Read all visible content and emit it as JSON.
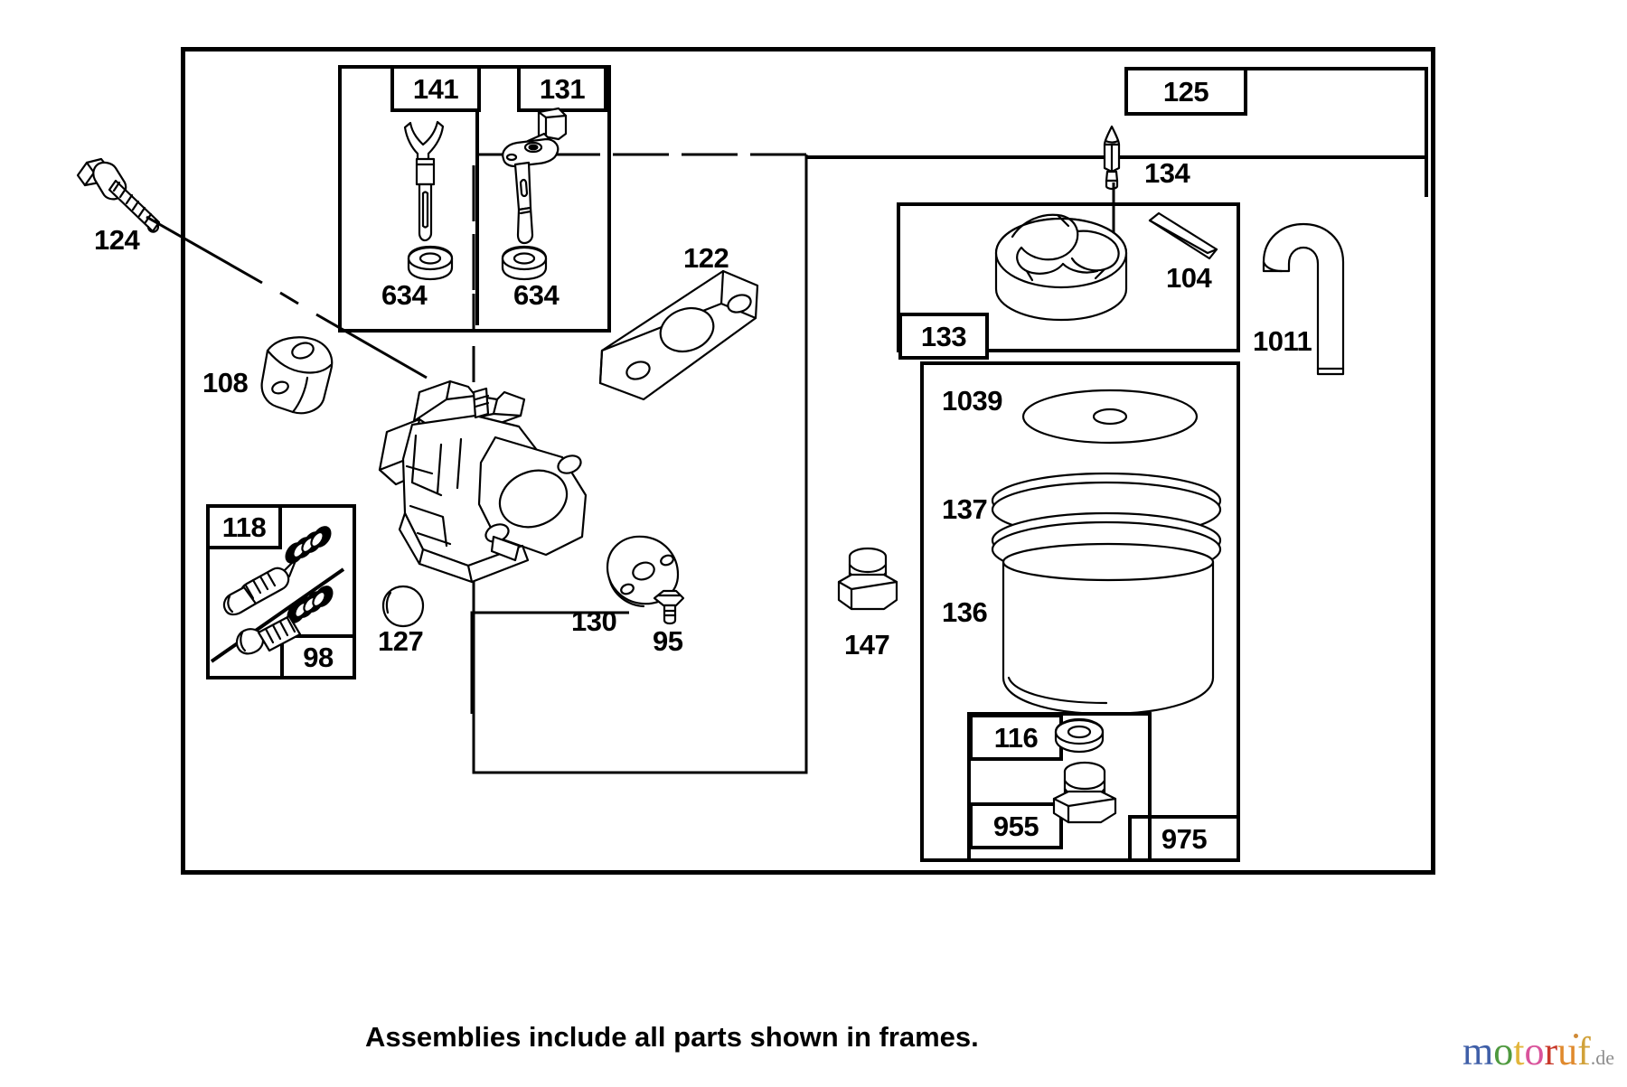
{
  "diagram": {
    "title_caption": "Assemblies include all parts shown in frames.",
    "kind": "exploded-parts-diagram",
    "subject": "Briggs & Stratton carburetor assembly",
    "line_color": "#000000",
    "background": "#ffffff"
  },
  "callouts": [
    {
      "id": "c124",
      "label": "124",
      "boxed": false,
      "part": "throttle-shaft-screw"
    },
    {
      "id": "c108",
      "label": "108",
      "boxed": false,
      "part": "throttle-plate-bracket"
    },
    {
      "id": "c141",
      "label": "141",
      "boxed": true,
      "part": "choke-shaft-assembly"
    },
    {
      "id": "c634a",
      "label": "634",
      "boxed": false,
      "part": "seal-washer-left"
    },
    {
      "id": "c131",
      "label": "131",
      "boxed": true,
      "part": "throttle-shaft-lever-assembly"
    },
    {
      "id": "c634b",
      "label": "634",
      "boxed": false,
      "part": "seal-washer-right"
    },
    {
      "id": "c122",
      "label": "122",
      "boxed": false,
      "part": "carburetor-gasket-spacer"
    },
    {
      "id": "c125",
      "label": "125",
      "boxed": true,
      "part": "float-bowl-assembly-frame"
    },
    {
      "id": "c134",
      "label": "134",
      "boxed": false,
      "part": "inlet-needle-valve"
    },
    {
      "id": "c104",
      "label": "104",
      "boxed": false,
      "part": "float-hinge-pin"
    },
    {
      "id": "c133",
      "label": "133",
      "boxed": true,
      "part": "float-assembly-frame"
    },
    {
      "id": "c1011",
      "label": "1011",
      "boxed": false,
      "part": "fuel-hose"
    },
    {
      "id": "c1039",
      "label": "1039",
      "boxed": false,
      "part": "bowl-gasket"
    },
    {
      "id": "c137",
      "label": "137",
      "boxed": false,
      "part": "bowl-o-ring"
    },
    {
      "id": "c136",
      "label": "136",
      "boxed": false,
      "part": "float-bowl"
    },
    {
      "id": "c118",
      "label": "118",
      "boxed": true,
      "part": "idle-mixture-valve-kit-frame"
    },
    {
      "id": "c98",
      "label": "98",
      "boxed": true,
      "part": "idle-speed-screw"
    },
    {
      "id": "c127",
      "label": "127",
      "boxed": false,
      "part": "welch-plug"
    },
    {
      "id": "c130",
      "label": "130",
      "boxed": false,
      "part": "throttle-plate"
    },
    {
      "id": "c95",
      "label": "95",
      "boxed": false,
      "part": "throttle-plate-screw"
    },
    {
      "id": "c147",
      "label": "147",
      "boxed": false,
      "part": "bowl-nut"
    },
    {
      "id": "c116",
      "label": "116",
      "boxed": true,
      "part": "bowl-nut-gasket-frame"
    },
    {
      "id": "c955",
      "label": "955",
      "boxed": true,
      "part": "drain-plug"
    },
    {
      "id": "c975",
      "label": "975",
      "boxed": true,
      "part": "bowl-hardware-frame"
    }
  ],
  "watermark": {
    "letters": [
      {
        "char": "m",
        "color": "#3f5fa8"
      },
      {
        "char": "o",
        "color": "#4f9a3f"
      },
      {
        "char": "t",
        "color": "#e2b53a"
      },
      {
        "char": "o",
        "color": "#d9539b"
      },
      {
        "char": "r",
        "color": "#c8392b"
      },
      {
        "char": "u",
        "color": "#e08a2e"
      },
      {
        "char": "f",
        "color": "#d1a23a"
      }
    ],
    "suffix": ".de"
  }
}
